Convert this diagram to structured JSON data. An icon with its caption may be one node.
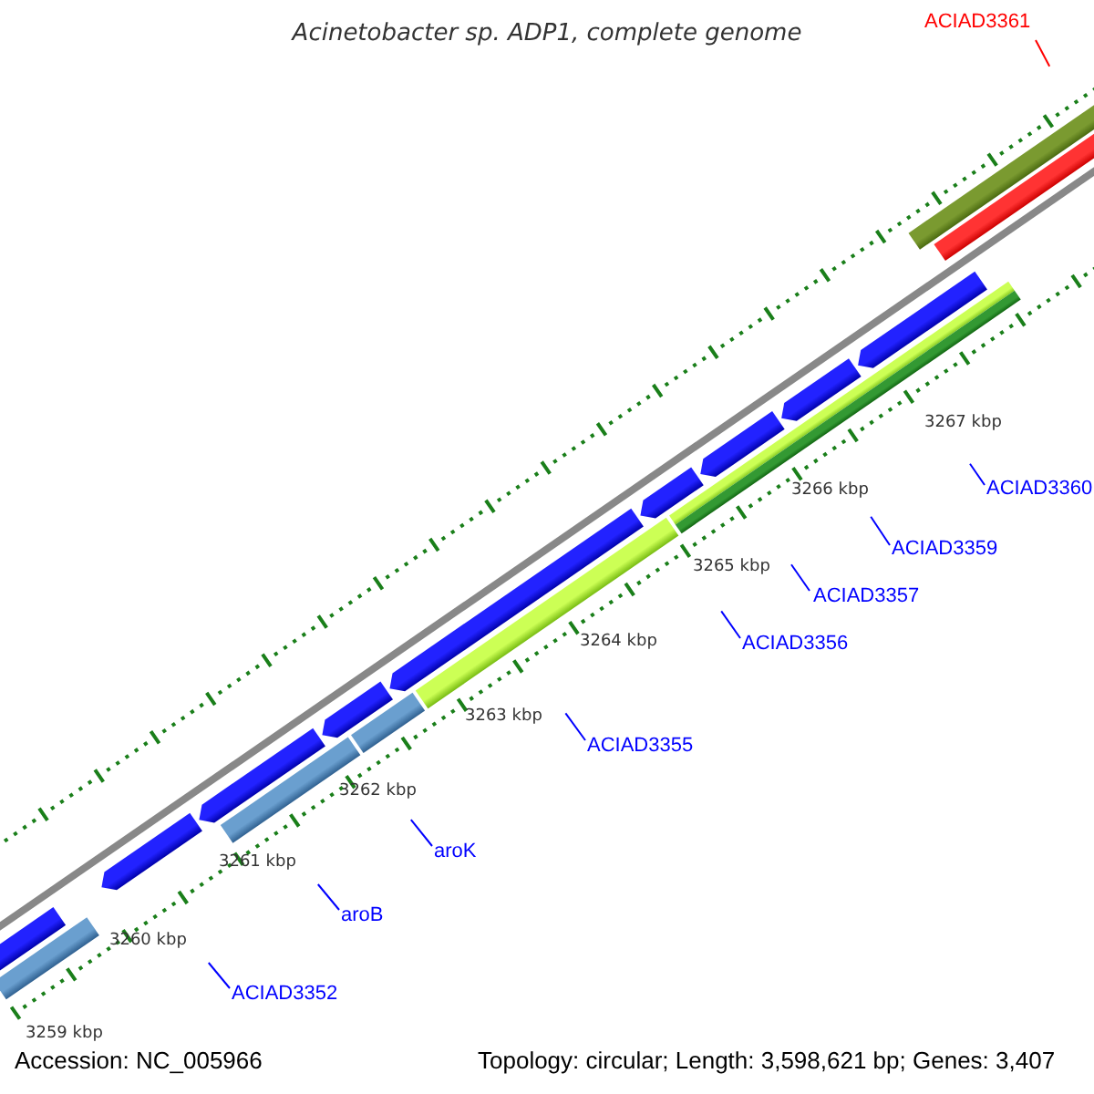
{
  "diagram": {
    "title": "Acinetobacter sp. ADP1, complete genome",
    "nodes": [
      {
        "text": [
          "ACIAD3361"
        ]
      },
      {
        "text": [
          "ACIAD3360"
        ]
      },
      {
        "text": [
          "ACIAD3359"
        ]
      },
      {
        "text": [
          "ACIAD3357"
        ]
      },
      {
        "text": [
          "ACIAD3356"
        ]
      },
      {
        "text": [
          "ACIAD3355"
        ]
      },
      {
        "text": [
          "aroK"
        ]
      },
      {
        "text": [
          "aroB"
        ]
      },
      {
        "text": [
          "ACIAD3352"
        ]
      }
    ],
    "edges": [
      {
        "from": 0,
        "to": null,
        "arrow": "none",
        "color": "#ff0000"
      },
      {
        "from": 1,
        "to": null,
        "arrow": "none"
      },
      {
        "from": 2,
        "to": null,
        "arrow": "none"
      },
      {
        "from": 3,
        "to": null,
        "arrow": "none"
      },
      {
        "from": 4,
        "to": null,
        "arrow": "none"
      },
      {
        "from": 5,
        "to": null,
        "arrow": "none"
      },
      {
        "from": 6,
        "to": null,
        "arrow": "none"
      },
      {
        "from": 7,
        "to": null,
        "arrow": "none"
      },
      {
        "from": 8,
        "to": null,
        "arrow": "none"
      }
    ],
    "labels": [
      "3267 kbp",
      "3266 kbp",
      "3265 kbp",
      "3264 kbp",
      "3263 kbp",
      "3262 kbp",
      "3261 kbp",
      "3260 kbp",
      "3259 kbp",
      "Accession: NC_005966",
      "Topology: circular; Length: 3,598,621 bp; Genes: 3,407"
    ]
  }
}
